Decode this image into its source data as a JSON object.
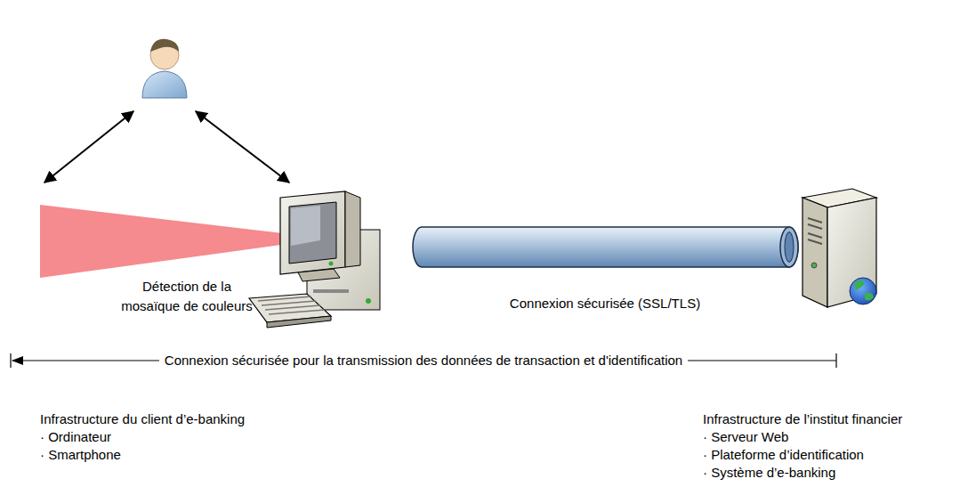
{
  "diagram": {
    "labels": [
      "Détection de la mosaïque de couleurs",
      "Connexion sécurisée (SSL/TLS)",
      "Connexion sécurisée pour la transmission des données de transaction et d'identification",
      "Infrastructure du client d’e-banking",
      "· Ordinateur",
      "· Smartphone",
      "Infrastructure de l’institut financier",
      "· Serveur Web",
      "· Plateforme d’identification",
      "· Système d’e-banking"
    ]
  }
}
